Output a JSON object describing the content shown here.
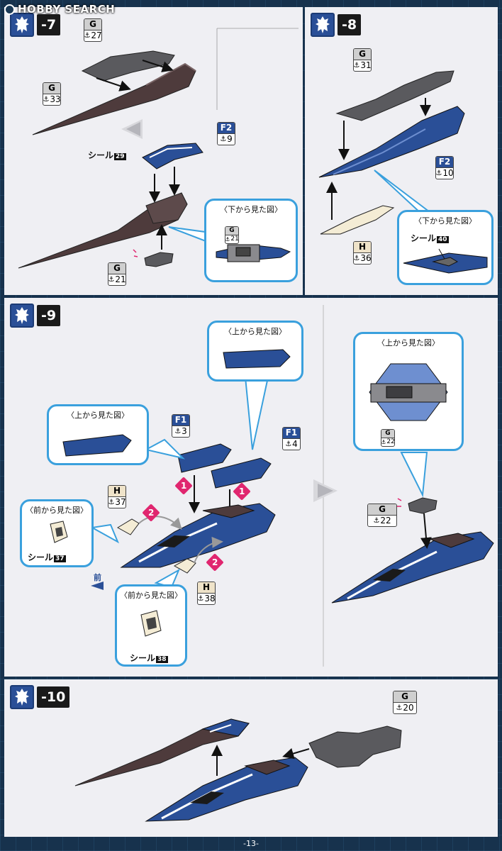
{
  "watermark": "HOBBY SEARCH",
  "page_number": "-13-",
  "steps": {
    "s7": {
      "label": "-7"
    },
    "s8": {
      "label": "-8"
    },
    "s9": {
      "label": "-9"
    },
    "s10": {
      "label": "-10"
    }
  },
  "tags": {
    "s7_g27": {
      "letter": "G",
      "num": "27"
    },
    "s7_g33": {
      "letter": "G",
      "num": "33"
    },
    "s7_f2_9": {
      "letter": "F2",
      "num": "9"
    },
    "s7_g21": {
      "letter": "G",
      "num": "21"
    },
    "s7_g21_small": {
      "letter": "G",
      "num": "21"
    },
    "s8_g31": {
      "letter": "G",
      "num": "31"
    },
    "s8_f2_10": {
      "letter": "F2",
      "num": "10"
    },
    "s8_h36": {
      "letter": "H",
      "num": "36"
    },
    "s9_f1_3": {
      "letter": "F1",
      "num": "3"
    },
    "s9_f1_4": {
      "letter": "F1",
      "num": "4"
    },
    "s9_h37": {
      "letter": "H",
      "num": "37"
    },
    "s9_h38": {
      "letter": "H",
      "num": "38"
    },
    "s9_g22": {
      "letter": "G",
      "num": "22"
    },
    "s9_g22_small": {
      "letter": "G",
      "num": "22"
    },
    "s10_g20": {
      "letter": "G",
      "num": "20"
    }
  },
  "stickers": {
    "s7": {
      "label": "シール",
      "num": "29"
    },
    "s8": {
      "label": "シール",
      "num": "40"
    },
    "s9_37": {
      "label": "シール",
      "num": "37"
    },
    "s9_38": {
      "label": "シール",
      "num": "38"
    }
  },
  "callouts": {
    "s7_bottom": "〈下から見た図〉",
    "s8_bottom": "〈下から見た図〉",
    "s9_top_a": "〈上から見た図〉",
    "s9_top_b": "〈上から見た図〉",
    "s9_top_c": "〈上から見た図〉",
    "s9_front_a": "〈前から見た図〉",
    "s9_front_b": "〈前から見た図〉"
  },
  "order_badges": [
    "1",
    "1",
    "2",
    "2"
  ],
  "front_label": "前",
  "colors": {
    "panel_bg": "#efeff3",
    "part_blue": "#2a4f97",
    "part_gray": "#5a5a5e",
    "part_brown": "#4e3b3c",
    "callout_border": "#3aa0dd",
    "accent_pink": "#e0266f"
  }
}
